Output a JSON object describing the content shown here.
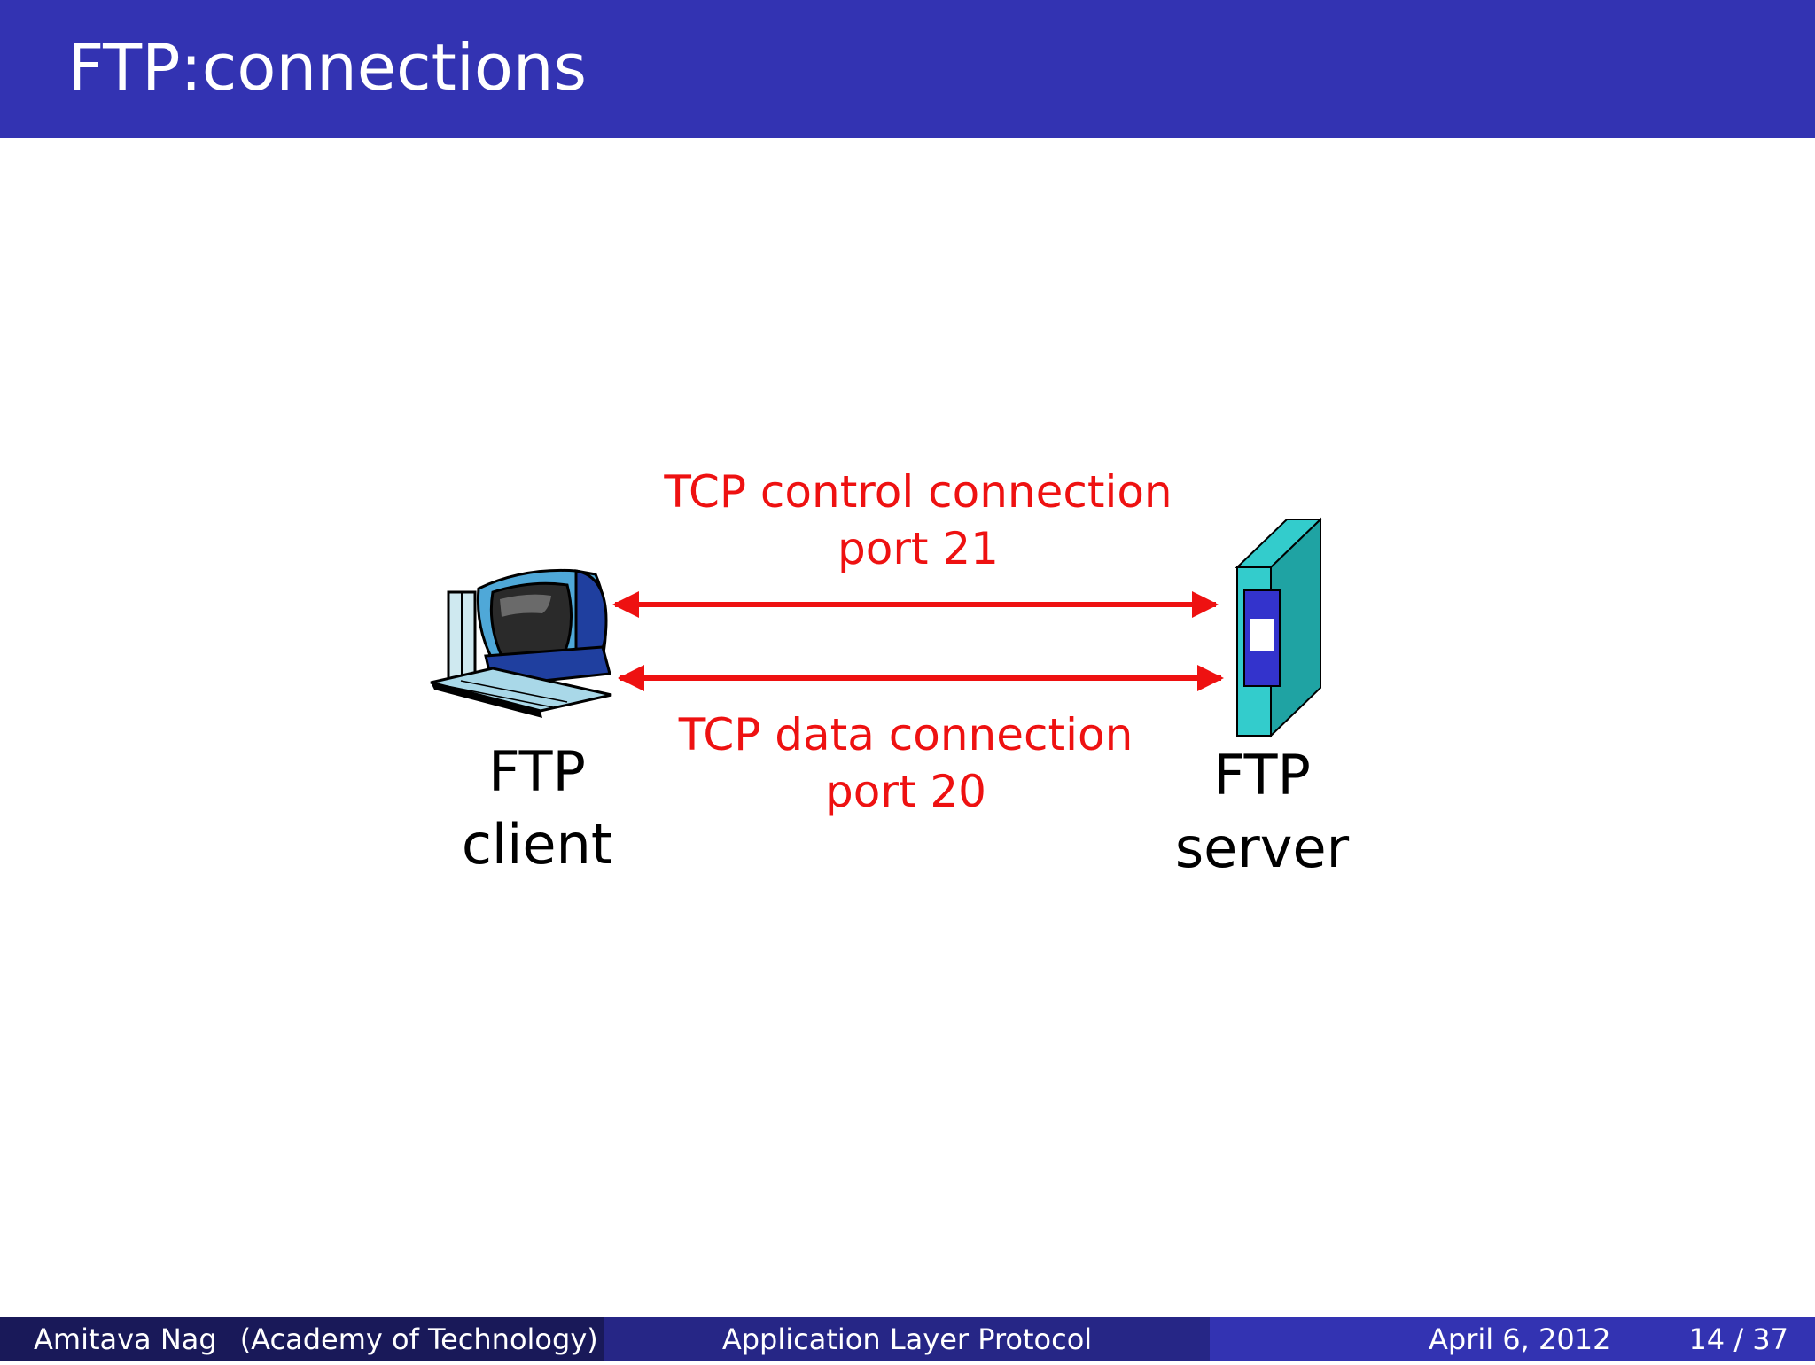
{
  "slide": {
    "title": "FTP:connections"
  },
  "diagram": {
    "control_label_line1": "TCP control connection",
    "control_label_line2": "port 21",
    "data_label_line1": "TCP data connection",
    "data_label_line2": "port 20",
    "client_label_line1": "FTP",
    "client_label_line2": "client",
    "server_label_line1": "FTP",
    "server_label_line2": "server",
    "client_icon": "desktop-computer-icon",
    "server_icon": "server-tower-icon",
    "arrow_color": "#ee1111",
    "label_color": "#ee1111"
  },
  "footer": {
    "author": "Amitava Nag",
    "institution": "(Academy of Technology)",
    "presentation": "Application Layer Protocol",
    "date": "April 6, 2012",
    "pages": "14 / 37"
  },
  "colors": {
    "title_bar": "#3333b2",
    "footer_left": "#191959",
    "footer_mid": "#262686",
    "footer_right": "#3333b2",
    "server_body": "#33cccc",
    "server_panel": "#3333cc"
  }
}
